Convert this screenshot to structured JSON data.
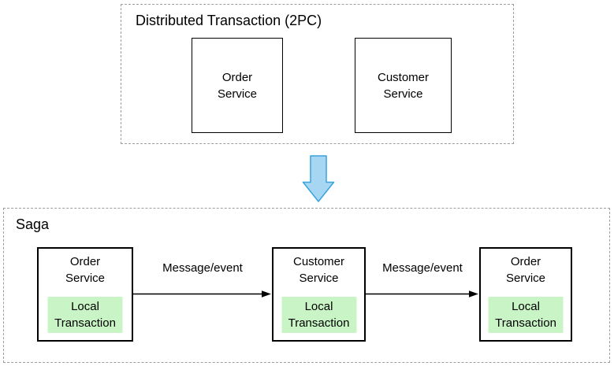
{
  "colors": {
    "local_transaction_bg": "#c9f4c5",
    "arrow_fill": "#a6d6f2",
    "arrow_stroke": "#38a3dd",
    "container_border": "#9e9e9e",
    "box_border": "#000000"
  },
  "top_group": {
    "title": "Distributed Transaction (2PC)",
    "services": [
      {
        "lines": [
          "Order",
          "Service"
        ]
      },
      {
        "lines": [
          "Customer",
          "Service"
        ]
      }
    ]
  },
  "transform": {
    "icon": "down-arrow"
  },
  "saga_group": {
    "title": "Saga",
    "steps": [
      {
        "service": [
          "Order",
          "Service"
        ],
        "local": [
          "Local",
          "Transaction"
        ]
      },
      {
        "service": [
          "Customer",
          "Service"
        ],
        "local": [
          "Local",
          "Transaction"
        ]
      },
      {
        "service": [
          "Order",
          "Service"
        ],
        "local": [
          "Local",
          "Transaction"
        ]
      }
    ],
    "arrow_labels": [
      "Message/event",
      "Message/event"
    ]
  }
}
